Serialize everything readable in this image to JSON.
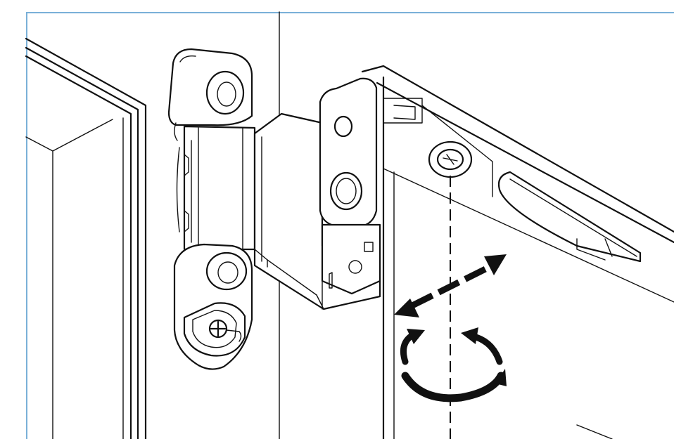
{
  "figure": {
    "accent_color": "#7ab0d8",
    "line_color": "#111111",
    "components": [
      "window-frame",
      "hinge-upper-knuckle",
      "hinge-lower-knuckle",
      "hinge-leaf",
      "sash-corner",
      "adjustment-screw",
      "sash-frame-groove"
    ],
    "indicators": [
      "lateral-adjustment-double-arrow",
      "rotation-arrows",
      "screw-axis-dashed-line"
    ]
  }
}
